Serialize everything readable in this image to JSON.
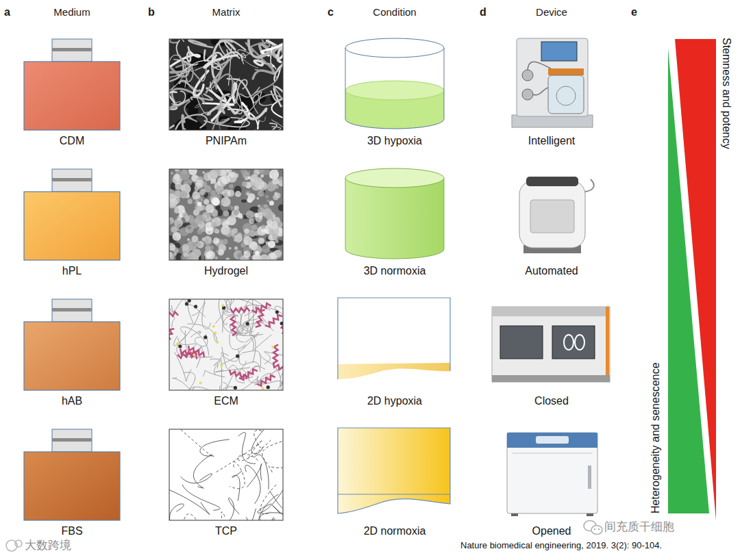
{
  "diagram": {
    "nodes": [
      {
        "text": [
          "CDM"
        ]
      },
      {
        "text": [
          "hPL"
        ]
      },
      {
        "text": [
          "hAB"
        ]
      },
      {
        "text": [
          "FBS"
        ]
      },
      {
        "text": [
          "PNIPAm"
        ]
      },
      {
        "text": [
          "Hydrogel"
        ]
      },
      {
        "text": [
          "ECM"
        ]
      },
      {
        "text": [
          "TCP"
        ]
      },
      {
        "text": [
          "3D hypoxia"
        ]
      },
      {
        "text": [
          "3D normoxia"
        ]
      },
      {
        "text": [
          "2D hypoxia"
        ]
      },
      {
        "text": [
          "2D normoxia"
        ]
      },
      {
        "text": [
          "Intelligent"
        ]
      },
      {
        "text": [
          "Automated"
        ]
      },
      {
        "text": [
          "Closed"
        ]
      },
      {
        "text": [
          "Opened"
        ]
      },
      {
        "text": [
          "Stemness and potency"
        ]
      },
      {
        "text": [
          "Heterogeneity and senescence"
        ]
      }
    ],
    "labels": [
      "a",
      "Medium",
      "b",
      "Matrix",
      "c",
      "Condition",
      "d",
      "Device",
      "e",
      "Nature biomedical engineering, 2019. 3(2): 90-104.",
      "间充质干细胞",
      "大数跨境"
    ]
  }
}
